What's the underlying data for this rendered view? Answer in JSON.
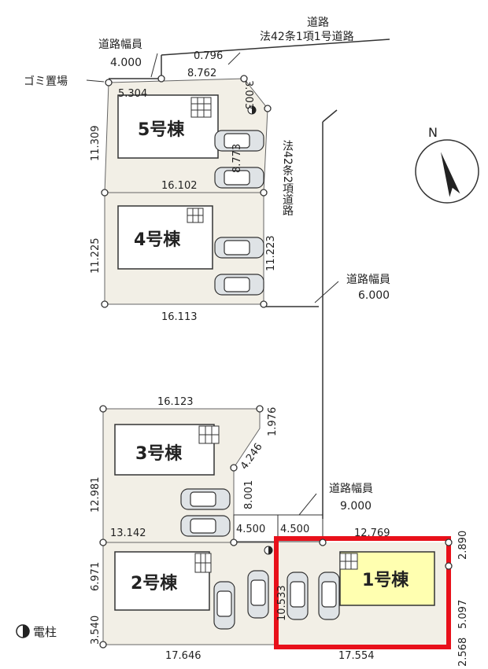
{
  "road_main": {
    "line1": "道路",
    "line2": "法42条1項1号道路"
  },
  "road_top_width": {
    "label": "道路幅員",
    "value": "4.000"
  },
  "trash": "ゴミ置場",
  "road_side_vertical": "法42条2項道路",
  "road_mid_width": {
    "label": "道路幅員",
    "value": "6.000"
  },
  "road_low_width": {
    "label": "道路幅員",
    "value": "9.000"
  },
  "legend_pole": "電柱",
  "north": "N",
  "buildings": [
    {
      "id": "5",
      "label": "5号棟"
    },
    {
      "id": "4",
      "label": "4号棟"
    },
    {
      "id": "3",
      "label": "3号棟"
    },
    {
      "id": "2",
      "label": "2号棟"
    },
    {
      "id": "1",
      "label": "1号棟",
      "highlight_color": "#ffffb0"
    }
  ],
  "highlight_border_color": "#e8101a",
  "dims": {
    "d0796": "0.796",
    "d8762": "8.762",
    "d5304": "5.304",
    "d3003": "3.003",
    "d11309": "11.309",
    "d8773": "8.773",
    "d16102": "16.102",
    "d11225": "11.225",
    "d11223": "11.223",
    "d16113": "16.113",
    "d16123": "16.123",
    "d1976": "1.976",
    "d4246": "4.246",
    "d12981": "12.981",
    "d8001": "8.001",
    "d4500a": "4.500",
    "d4500b": "4.500",
    "d13142": "13.142",
    "d12769": "12.769",
    "d2890": "2.890",
    "d6971": "6.971",
    "d10533": "10.533",
    "d5097": "5.097",
    "d3540": "3.540",
    "d2568": "2.568",
    "d17646": "17.646",
    "d17554": "17.554"
  }
}
